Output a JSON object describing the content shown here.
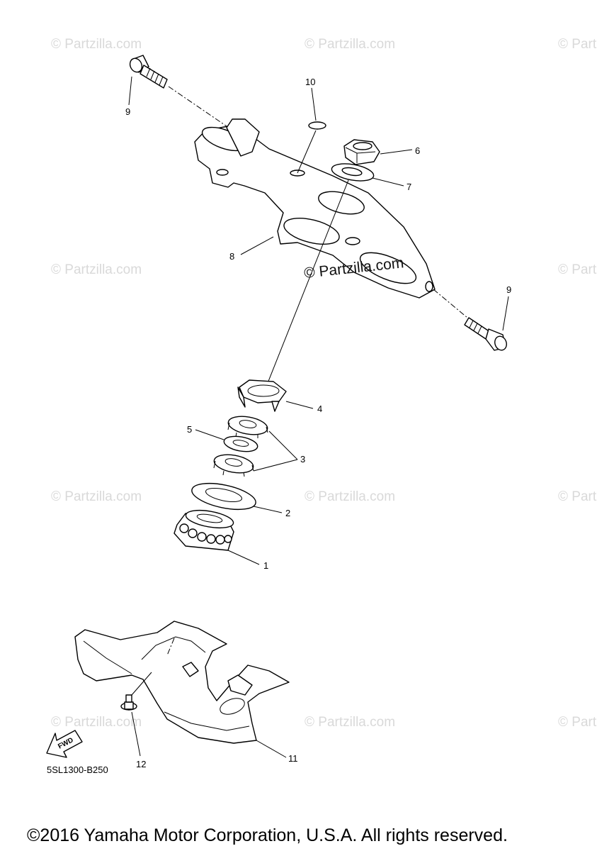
{
  "watermark_text": "© Partzilla.com",
  "diagram_code": "5SL1300-B250",
  "fwd_label": "FWD",
  "copyright": "©2016 Yamaha Motor Corporation, U.S.A. All rights reserved.",
  "callouts": [
    "1",
    "2",
    "3",
    "4",
    "5",
    "6",
    "7",
    "8",
    "9",
    "10",
    "11",
    "12"
  ]
}
